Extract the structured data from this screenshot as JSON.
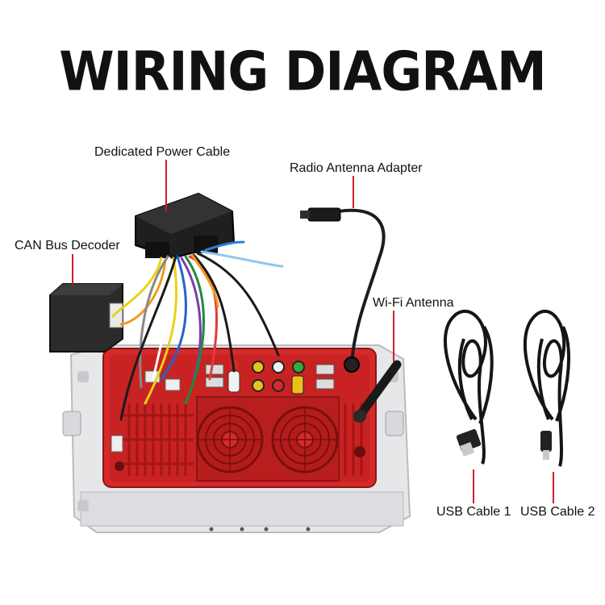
{
  "title": "WIRING DIAGRAM",
  "accent_color": "#d0202a",
  "unit_color": "#d42a2a",
  "labels": {
    "power_cable": "Dedicated Power Cable",
    "radio_antenna": "Radio Antenna Adapter",
    "can_bus": "CAN Bus Decoder",
    "wifi_antenna": "Wi-Fi Antenna",
    "usb1": "USB Cable 1",
    "usb2": "USB Cable 2"
  },
  "icons": [
    "usb-plug-icon",
    "fan-icon",
    "antenna-icon",
    "rca-jack-icon"
  ]
}
